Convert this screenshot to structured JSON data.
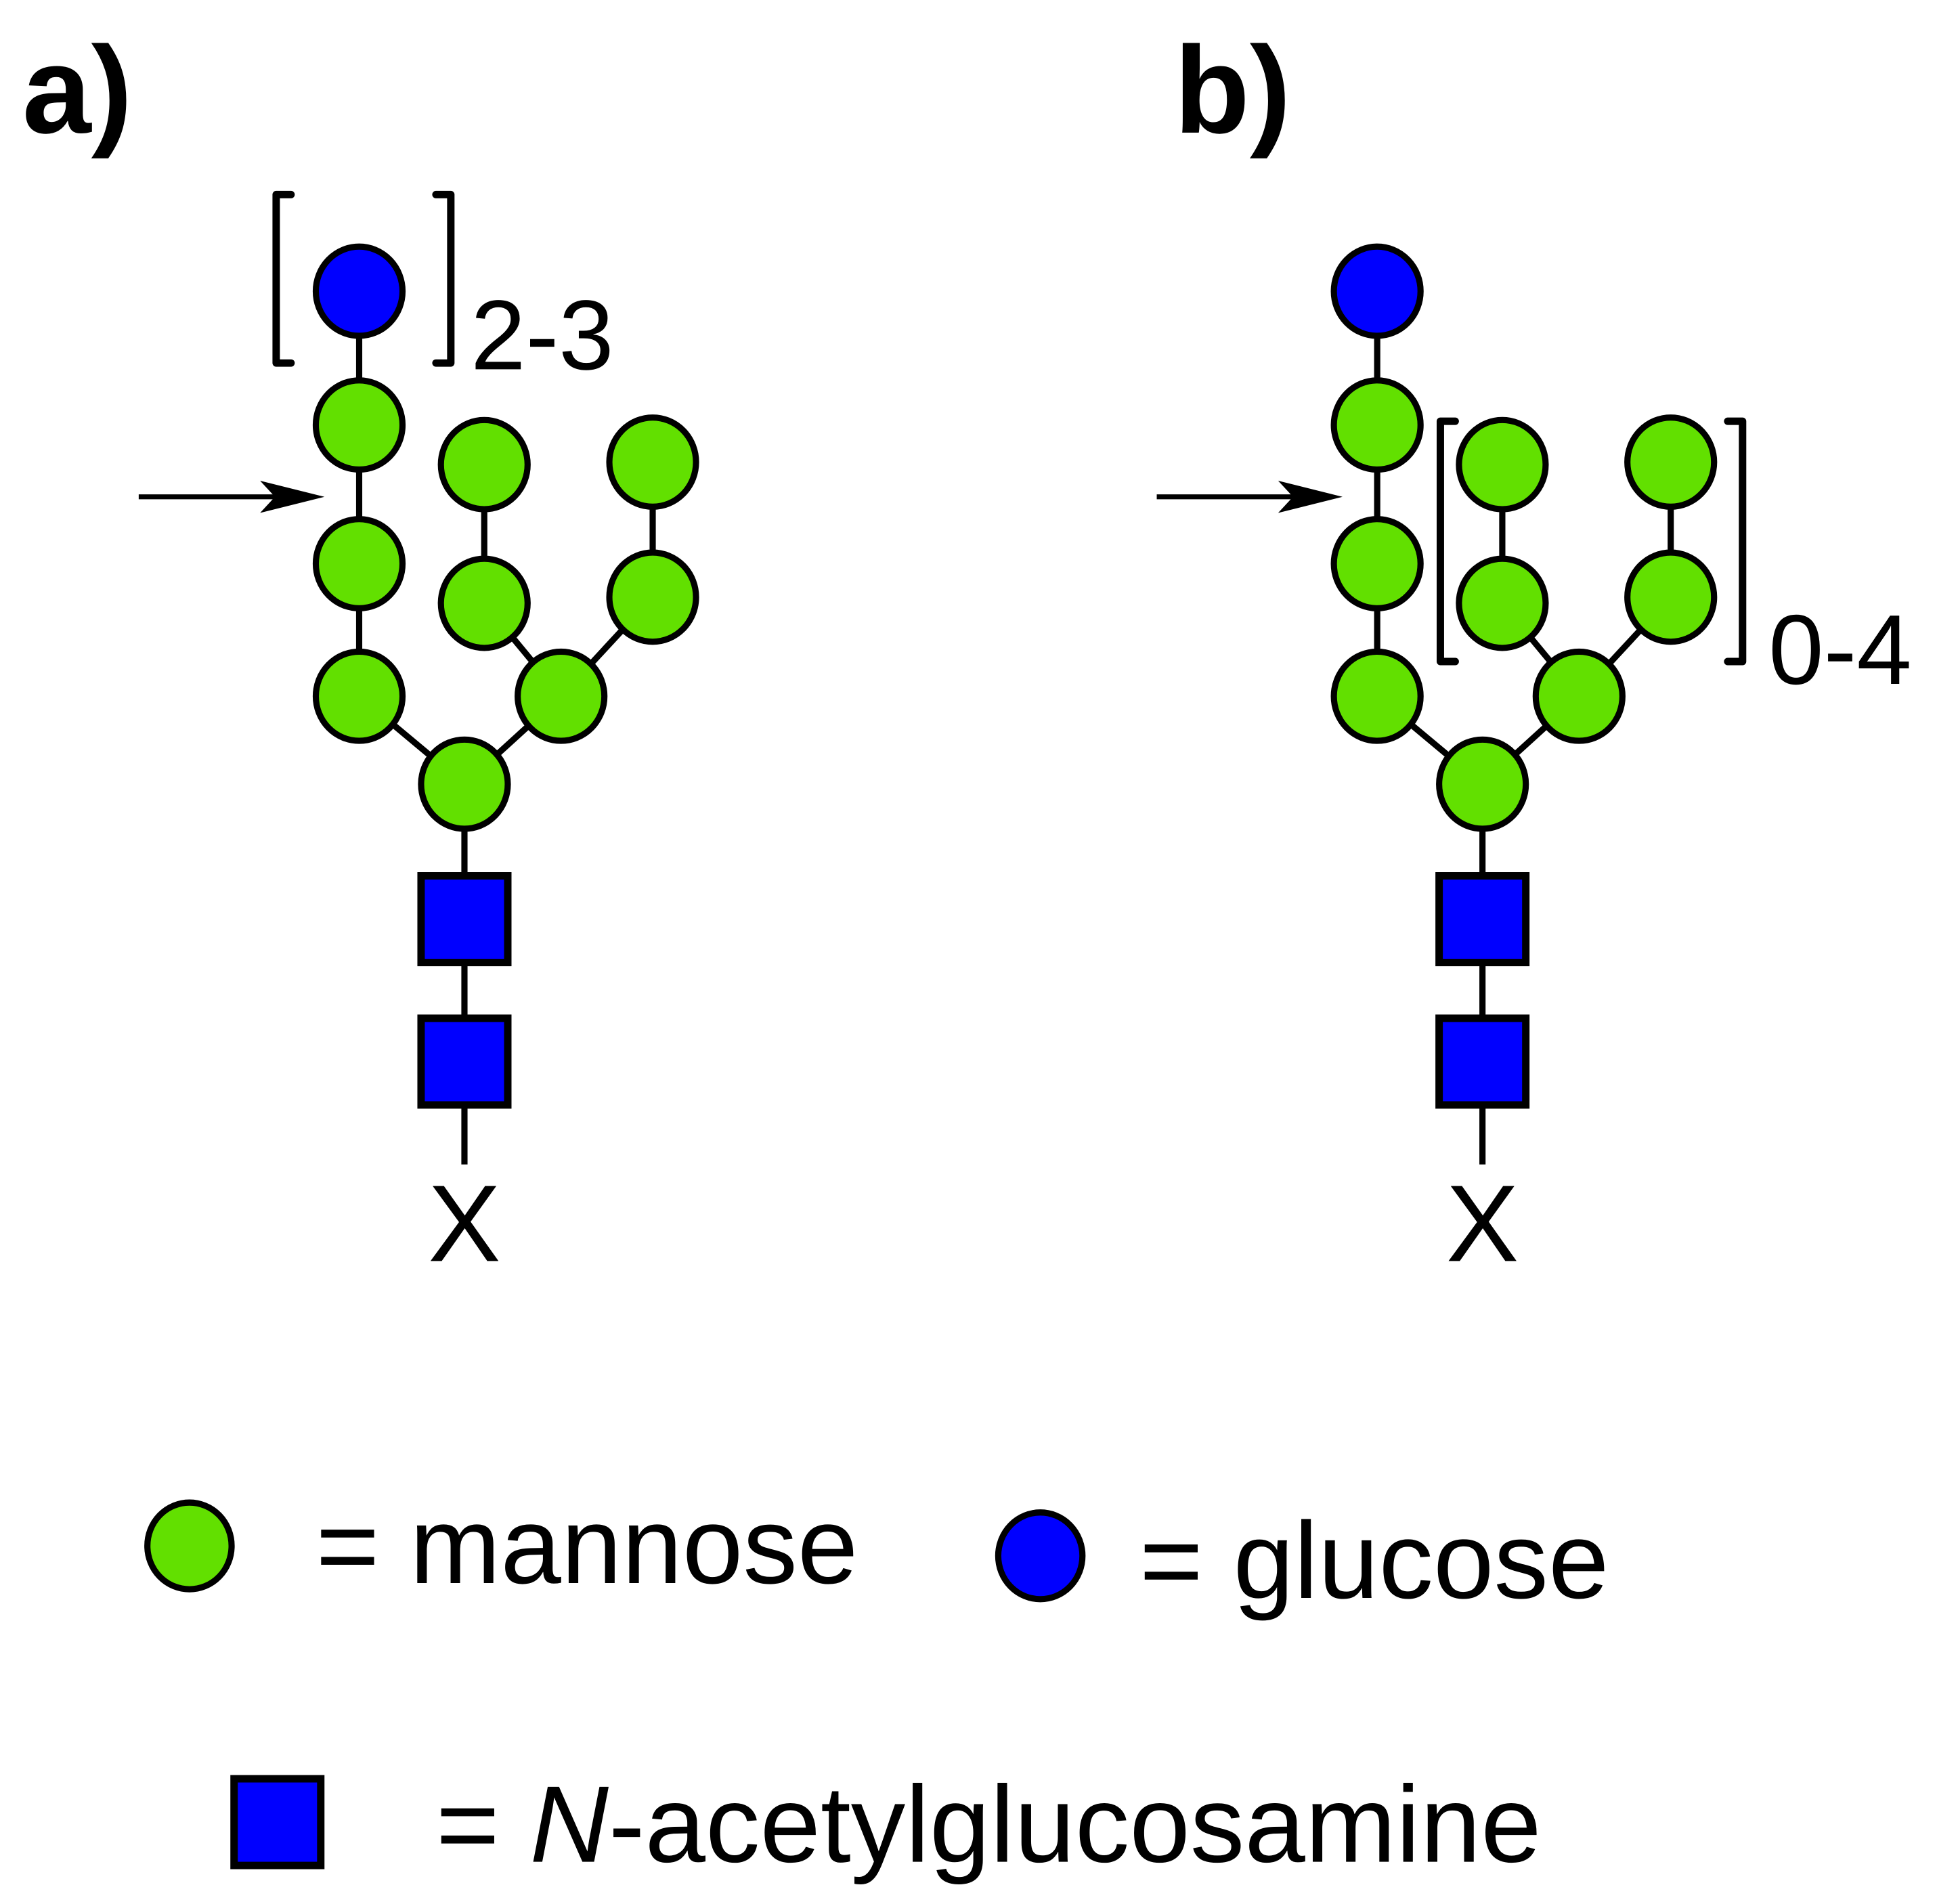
{
  "panels": [
    {
      "label": "a)",
      "bracket_subscript": "2-3",
      "aglycone": "X"
    },
    {
      "label": "b)",
      "bracket_subscript": "0-4",
      "aglycone": "X"
    }
  ],
  "legend": {
    "mannose": "= mannose",
    "glucose": "= glucose",
    "glcnac_prefix": "= ",
    "glcnac_italic": "N",
    "glcnac_rest": "-acetylglucosamine"
  },
  "colors": {
    "mannose": "#62e000",
    "glucose": "#0000ff",
    "glcnac": "#0000ff",
    "outline": "#000000"
  }
}
